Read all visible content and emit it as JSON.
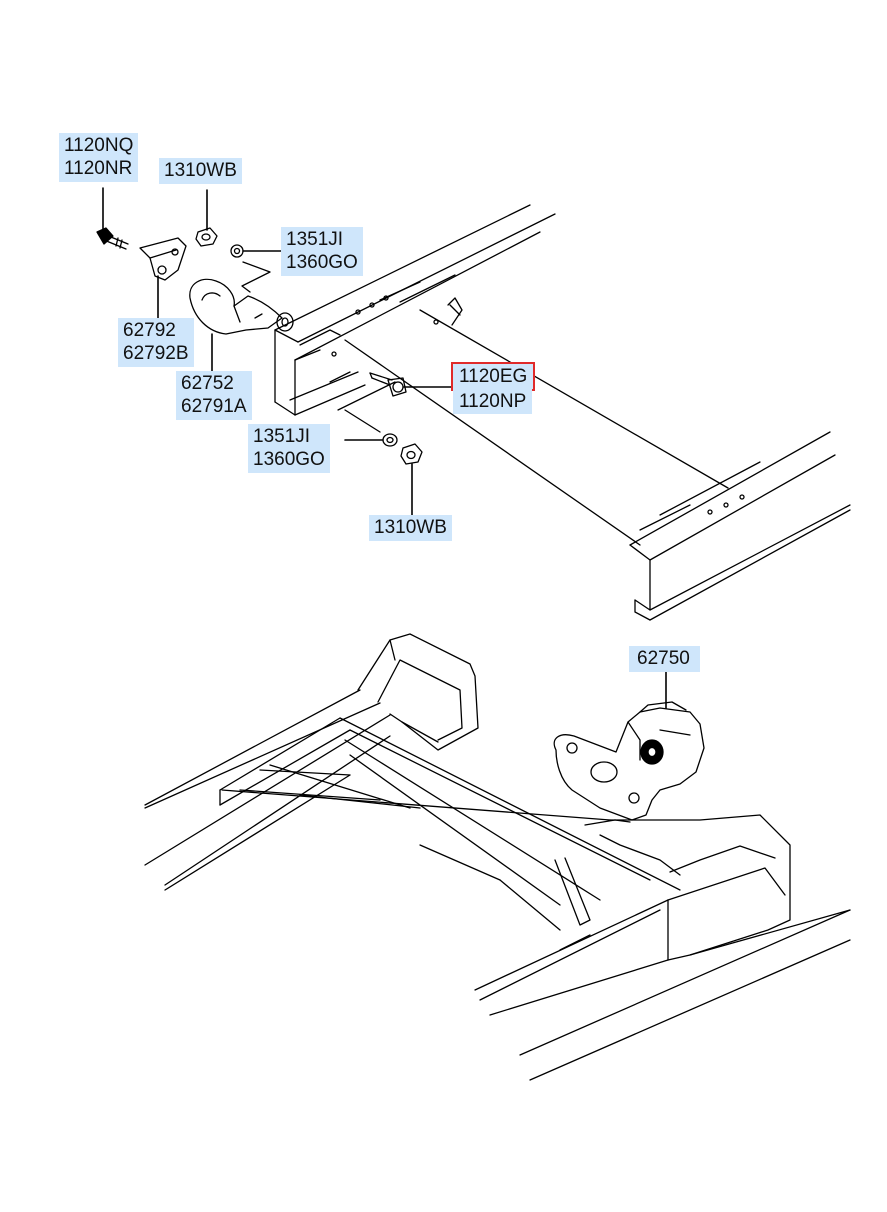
{
  "colors": {
    "callout_bg": "#cfe6fb",
    "highlight": "#e02a2a",
    "line": "#000000"
  },
  "callouts": [
    {
      "id": "c1",
      "lines": [
        "1120NQ",
        "1120NR"
      ]
    },
    {
      "id": "c2",
      "lines": [
        "1310WB"
      ]
    },
    {
      "id": "c3",
      "lines": [
        "1351JI",
        "1360GO"
      ]
    },
    {
      "id": "c4",
      "lines": [
        "62792",
        "62792B"
      ]
    },
    {
      "id": "c5",
      "lines": [
        "62752",
        "62791A"
      ]
    },
    {
      "id": "c6",
      "lines": [
        "1120EG"
      ],
      "highlighted": true
    },
    {
      "id": "c6b",
      "lines": [
        "1120NP"
      ]
    },
    {
      "id": "c7",
      "lines": [
        "1351JI",
        "1360GO"
      ]
    },
    {
      "id": "c8",
      "lines": [
        "1310WB"
      ]
    },
    {
      "id": "c9",
      "lines": [
        "62750"
      ]
    }
  ]
}
